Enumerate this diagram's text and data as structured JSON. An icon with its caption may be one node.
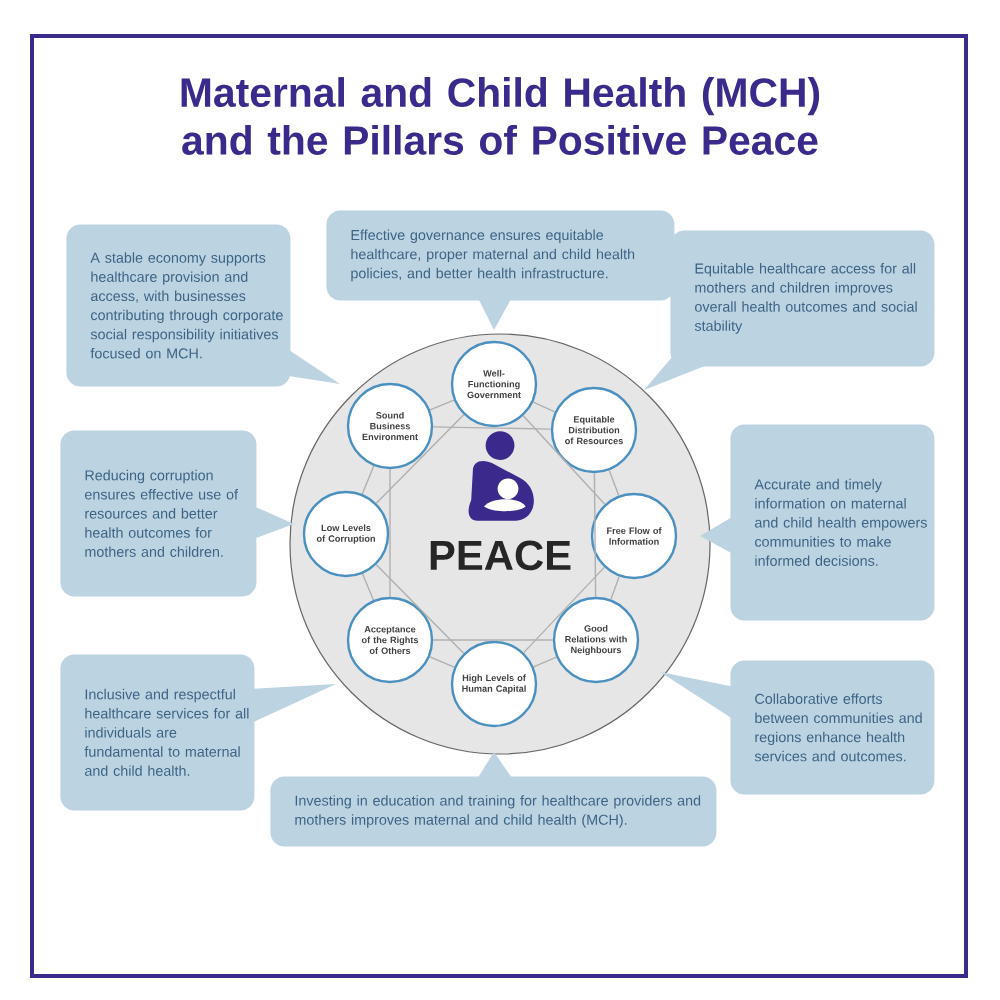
{
  "diagram": {
    "title": "Maternal and Child Health (MCH) and the Pillars of Positive Peace",
    "nodes": [
      {
        "text": [
          "PEACE"
        ]
      },
      {
        "text": [
          "Well-Functioning Government"
        ],
        "in": 0
      },
      {
        "text": [
          "Equitable Distribution of Resources"
        ],
        "in": 0
      },
      {
        "text": [
          "Free Flow of Information"
        ],
        "in": 0
      },
      {
        "text": [
          "Good Relations with Neighbours"
        ],
        "in": 0
      },
      {
        "text": [
          "High Levels of Human Capital"
        ],
        "in": 0
      },
      {
        "text": [
          "Acceptance of the Rights of Others"
        ],
        "in": 0
      },
      {
        "text": [
          "Low Levels of Corruption"
        ],
        "in": 0
      },
      {
        "text": [
          "Sound Business Environment"
        ],
        "in": 0
      },
      {
        "text": [
          "A stable economy supports healthcare provision and access, with businesses contributing through corporate social responsibility initiatives focused on MCH."
        ]
      },
      {
        "text": [
          "Effective governance ensures equitable healthcare, proper maternal and child health policies, and better health infrastructure."
        ]
      },
      {
        "text": [
          "Equitable healthcare access for all mothers and children improves overall health outcomes and social stability"
        ]
      },
      {
        "text": [
          "Reducing corruption ensures effective use of resources and better health outcomes for mothers and children."
        ]
      },
      {
        "text": [
          "Accurate and timely information on maternal and child health empowers communities to make informed decisions."
        ]
      },
      {
        "text": [
          "Inclusive and respectful healthcare services for all individuals are fundamental to maternal and child health."
        ]
      },
      {
        "text": [
          "Collaborative efforts between communities and regions enhance health services and outcomes."
        ]
      },
      {
        "text": [
          "Investing in education and training for healthcare providers and mothers improves maternal and child health (MCH)."
        ]
      }
    ],
    "edges": [
      {
        "from": 1,
        "to": 2,
        "arrow": "none"
      },
      {
        "from": 2,
        "to": 3,
        "arrow": "none"
      },
      {
        "from": 3,
        "to": 4,
        "arrow": "none"
      },
      {
        "from": 4,
        "to": 5,
        "arrow": "none"
      },
      {
        "from": 5,
        "to": 6,
        "arrow": "none"
      },
      {
        "from": 6,
        "to": 7,
        "arrow": "none"
      },
      {
        "from": 7,
        "to": 8,
        "arrow": "none"
      },
      {
        "from": 8,
        "to": 1,
        "arrow": "none"
      },
      {
        "from": 1,
        "to": 3,
        "arrow": "none"
      },
      {
        "from": 2,
        "to": 4,
        "arrow": "none"
      },
      {
        "from": 3,
        "to": 5,
        "arrow": "none"
      },
      {
        "from": 4,
        "to": 6,
        "arrow": "none"
      },
      {
        "from": 5,
        "to": 7,
        "arrow": "none"
      },
      {
        "from": 6,
        "to": 8,
        "arrow": "none"
      },
      {
        "from": 7,
        "to": 1,
        "arrow": "none"
      },
      {
        "from": 8,
        "to": 2,
        "arrow": "none"
      }
    ]
  }
}
